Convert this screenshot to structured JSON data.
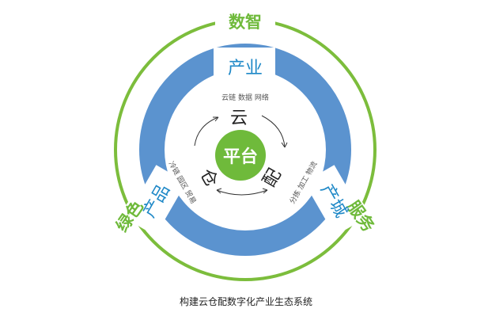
{
  "diagram": {
    "center_label": "平台",
    "nodes": {
      "top": "云",
      "left": "仓",
      "right": "配"
    },
    "subtitles": {
      "top": "云链 数据 网络",
      "left": "冷链 园区 贸易",
      "right": "分拣 加工 物流"
    },
    "ring_labels": {
      "top": "产业",
      "left": "产品",
      "right": "产城"
    },
    "outer_labels": {
      "top": "数智",
      "left": "绿色",
      "right": "服务"
    },
    "caption": "构建云仓配数字化产业生态系统",
    "colors": {
      "outer_ring": "#7cbd3c",
      "blue_ring": "#5b93cf",
      "center": "#6fba3b",
      "text_blue": "#1e88c7",
      "text_green": "#6fba3b"
    }
  }
}
